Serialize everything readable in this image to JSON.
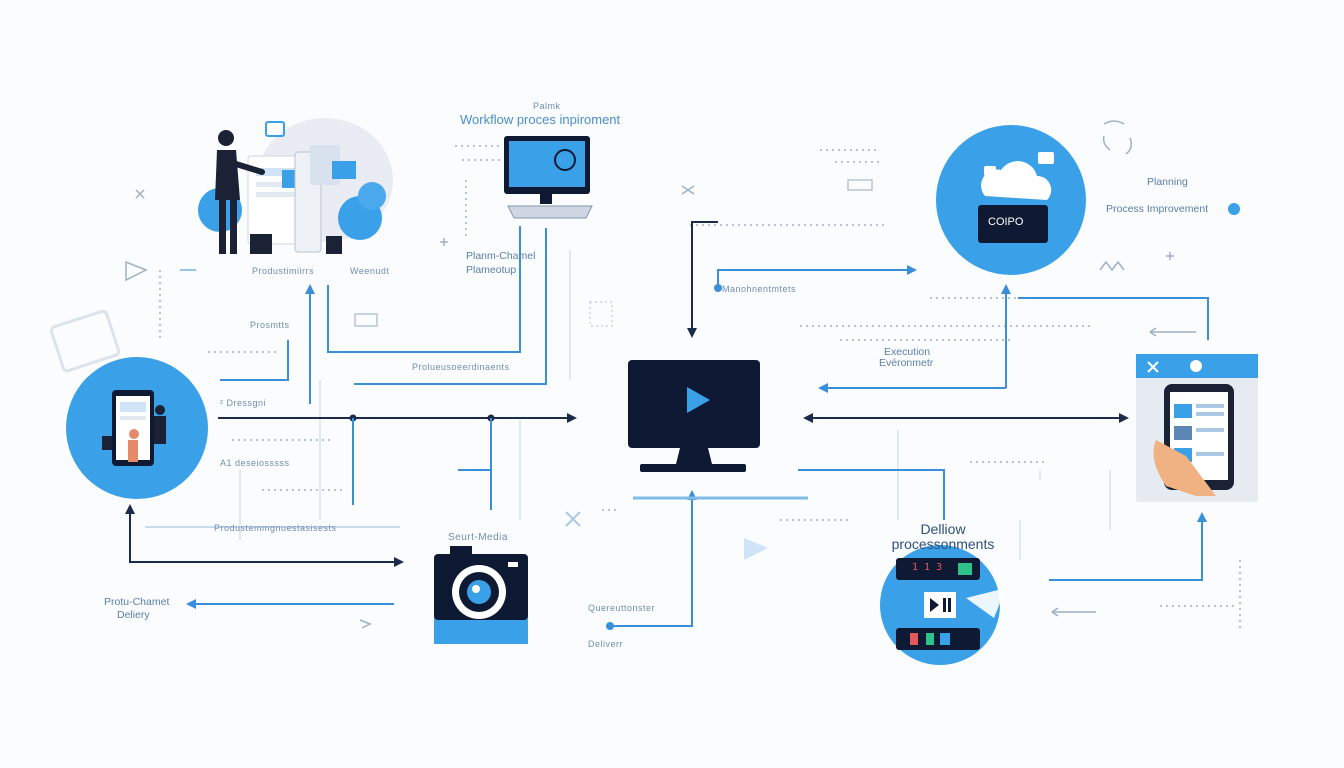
{
  "colors": {
    "accent_blue": "#3aa0e8",
    "dark_navy": "#0e1a33",
    "line_navy": "#1d2b4a",
    "line_blue": "#3b8fd9",
    "dot_gray": "#b8c4d6"
  },
  "labels": {
    "top_small": "Palmk",
    "top_title": "Workflow proces inpiroment",
    "planning": "Planning",
    "process_improvement": "Process Improvement",
    "planm_channel": "Planm-Chamel",
    "planm_setup": "Plameotup",
    "execution": "Execution",
    "environment": "Evéronmetr",
    "coipo": "COIPO",
    "social_media": "Seurt-Media",
    "delivery_title_1": "Delliow",
    "delivery_title_2": "processonments",
    "multi_channel_1": "Protu-Chamet",
    "multi_channel_2": "Deliery",
    "delivery_small": "Deliverr",
    "product_line_1": "Produstimiirrs",
    "product_line_2": "Weenudt",
    "process_left": "Prosmtts",
    "design_left": "² Dressgni",
    "analytics_left": "A1 deseiosssss",
    "product_bottom": "Produstemmgnuestasisests",
    "product_coordinates": "Prolueusoeerdinaents",
    "management_dots": "Manohnentmtets",
    "reference_bottom": "Quereuttonster",
    "counter_display": "1 1 3"
  },
  "icons": [
    "person-at-desk-illustration",
    "tablet-presentation-illustration",
    "desktop-monitor-icon",
    "cloud-server-illustration",
    "play-monitor-icon",
    "camera-icon",
    "smartphone-app-icon",
    "media-player-icon"
  ]
}
